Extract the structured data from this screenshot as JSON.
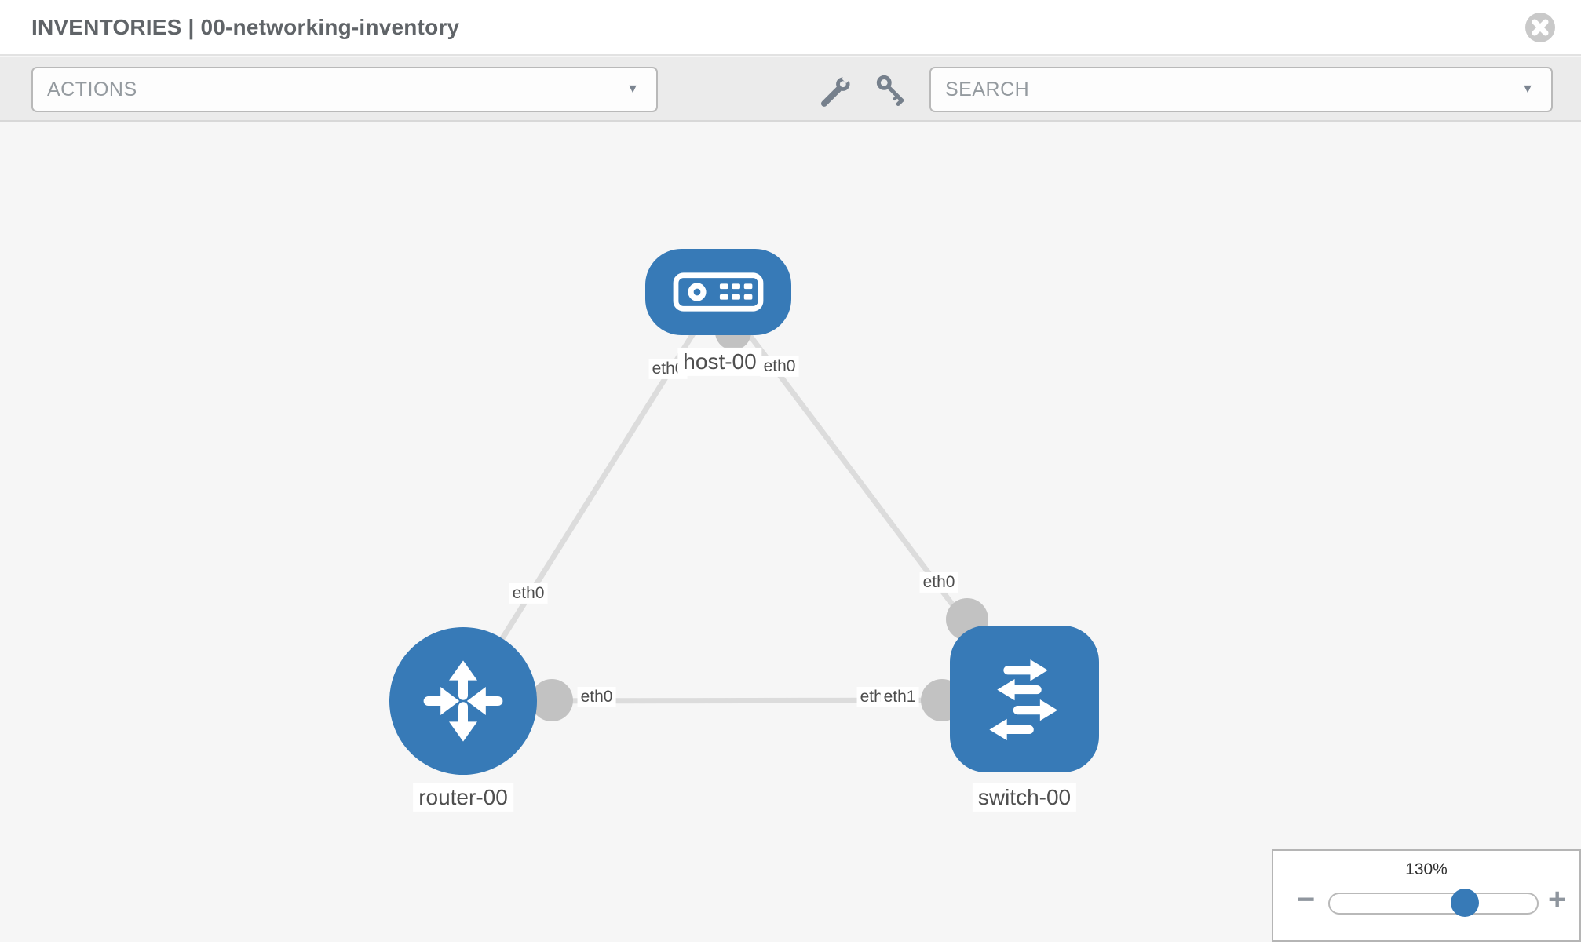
{
  "window": {
    "title": "INVENTORIES | 00-networking-inventory"
  },
  "toolbar": {
    "actions_label": "ACTIONS",
    "search_label": "SEARCH"
  },
  "icons": {
    "caret_down": "▼",
    "close": "✕",
    "zoom_out": "−",
    "zoom_in": "+",
    "wrench": "wrench-icon",
    "key": "key-icon"
  },
  "colors": {
    "node_accent": "#377AB7",
    "link": "#DCDCDC",
    "connector": "#C2C2C2",
    "canvas_bg": "#F6F6F6"
  },
  "topology": {
    "nodes": [
      {
        "id": "host-00",
        "type": "host",
        "label": "host-00"
      },
      {
        "id": "router-00",
        "type": "router",
        "label": "router-00"
      },
      {
        "id": "switch-00",
        "type": "switch",
        "label": "switch-00"
      }
    ],
    "links": [
      {
        "from": "router-00",
        "to": "host-00"
      },
      {
        "from": "host-00",
        "to": "switch-00"
      },
      {
        "from": "router-00",
        "to": "switch-00"
      }
    ],
    "interfaces": [
      {
        "label": "eth0"
      },
      {
        "label": "eth0"
      },
      {
        "label": "eth0"
      },
      {
        "label": "eth0"
      },
      {
        "label": "eth0"
      },
      {
        "label": "eth0"
      },
      {
        "label": "eth1"
      }
    ]
  },
  "zoom_control": {
    "level": "130%"
  }
}
